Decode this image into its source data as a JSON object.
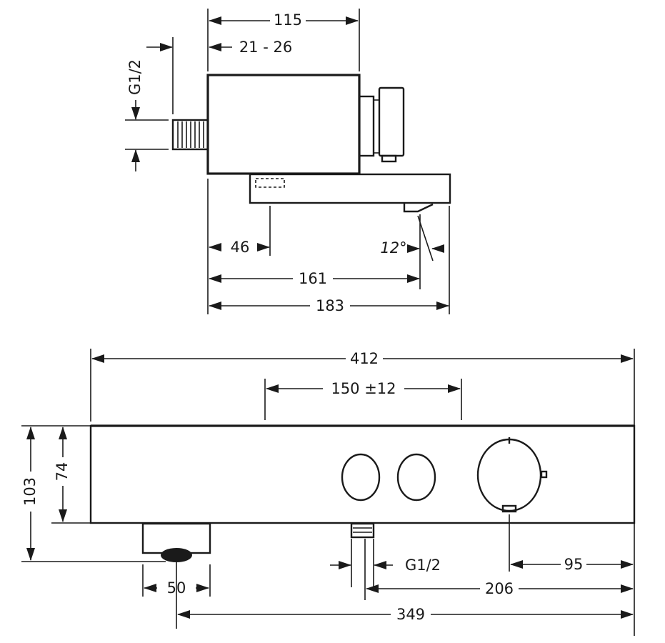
{
  "side_view": {
    "dims": {
      "width_body": "115",
      "wall_offset": "21 - 26",
      "inlet_thread": "G1/2",
      "spout_inlet_offset": "46",
      "angle": "12°",
      "spout_outlet": "161",
      "total_depth": "183"
    }
  },
  "front_view": {
    "dims": {
      "total_width": "412",
      "connection_spacing": "150 ±12",
      "total_height": "103",
      "body_height": "74",
      "spout_width": "50",
      "inlet_thread": "G1/2",
      "inlet_to_edge": "206",
      "thermostat_to_edge": "95",
      "spout_to_edge": "349"
    }
  },
  "colors": {
    "line": "#1a1a1a",
    "background": "#ffffff"
  }
}
